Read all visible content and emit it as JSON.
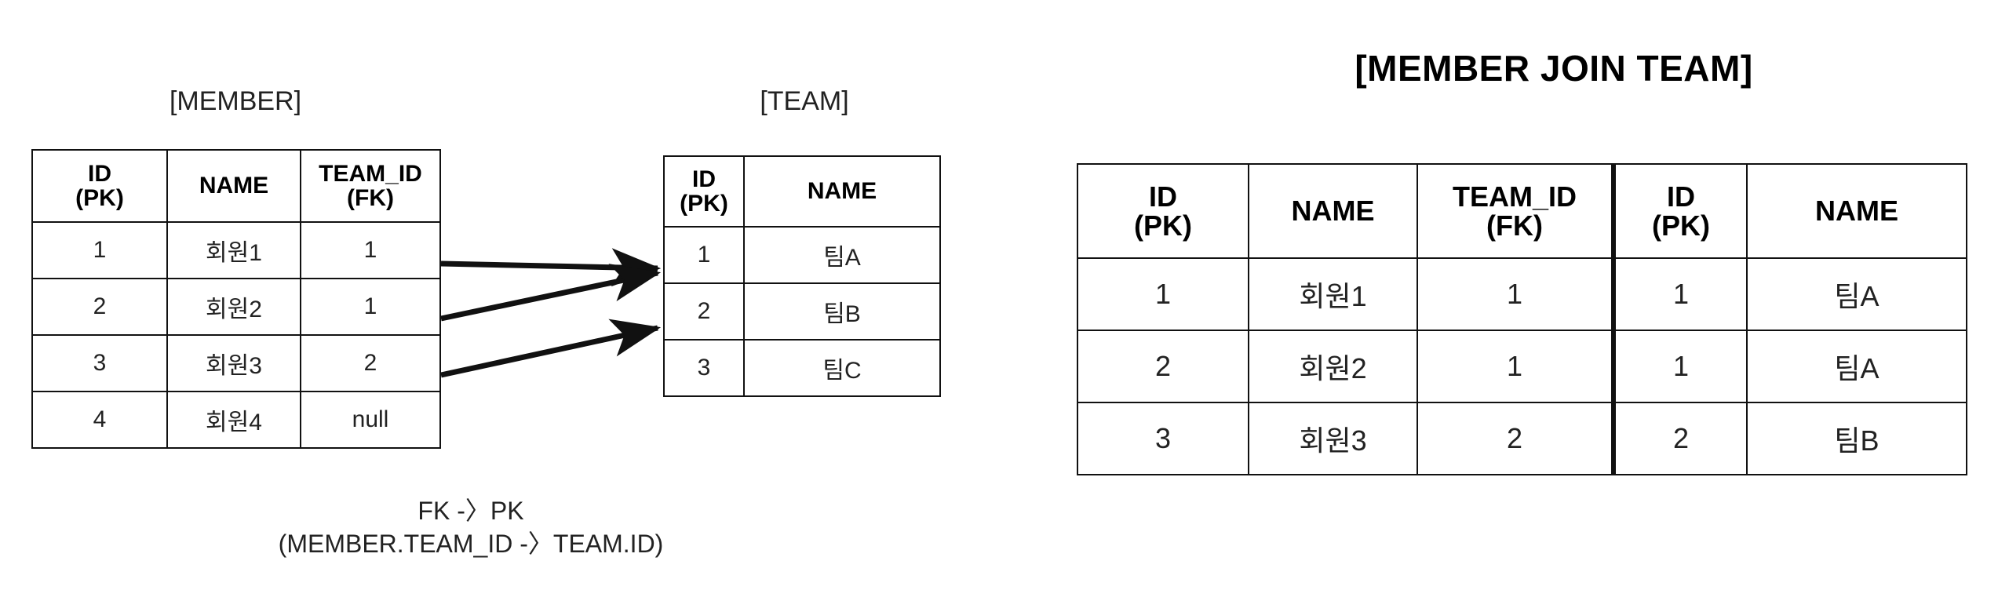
{
  "diagram": {
    "member": {
      "title": "[MEMBER]",
      "headers": [
        "ID\n(PK)",
        "NAME",
        "TEAM_ID\n(FK)"
      ],
      "header_id": "ID",
      "header_id_sub": "(PK)",
      "header_name": "NAME",
      "header_fk": "TEAM_ID",
      "header_fk_sub": "(FK)",
      "rows": [
        {
          "id": "1",
          "name": "회원1",
          "team_id": "1"
        },
        {
          "id": "2",
          "name": "회원2",
          "team_id": "1"
        },
        {
          "id": "3",
          "name": "회원3",
          "team_id": "2"
        },
        {
          "id": "4",
          "name": "회원4",
          "team_id": "null"
        }
      ]
    },
    "team": {
      "title": "[TEAM]",
      "header_id": "ID",
      "header_id_sub": "(PK)",
      "header_name": "NAME",
      "rows": [
        {
          "id": "1",
          "name": "팀A"
        },
        {
          "id": "2",
          "name": "팀B"
        },
        {
          "id": "3",
          "name": "팀C"
        }
      ]
    },
    "join": {
      "title": "[MEMBER JOIN TEAM]",
      "header_member_id": "ID",
      "header_member_id_sub": "(PK)",
      "header_member_name": "NAME",
      "header_team_id_fk": "TEAM_ID",
      "header_team_id_fk_sub": "(FK)",
      "header_team_id": "ID",
      "header_team_id_sub": "(PK)",
      "header_team_name": "NAME",
      "rows": [
        {
          "member_id": "1",
          "member_name": "회원1",
          "team_id_fk": "1",
          "team_id": "1",
          "team_name": "팀A"
        },
        {
          "member_id": "2",
          "member_name": "회원2",
          "team_id_fk": "1",
          "team_id": "1",
          "team_name": "팀A"
        },
        {
          "member_id": "3",
          "member_name": "회원3",
          "team_id_fk": "2",
          "team_id": "2",
          "team_name": "팀B"
        }
      ]
    },
    "caption": {
      "line1": "FK -〉PK",
      "line2": "(MEMBER.TEAM_ID -〉TEAM.ID)"
    },
    "relations": [
      {
        "from": "MEMBER.row1.TEAM_ID=1",
        "to": "TEAM.row1.ID=1"
      },
      {
        "from": "MEMBER.row2.TEAM_ID=1",
        "to": "TEAM.row1.ID=1"
      },
      {
        "from": "MEMBER.row3.TEAM_ID=2",
        "to": "TEAM.row2.ID=2"
      }
    ],
    "colors": {
      "background": "#ffffff",
      "line": "#111111",
      "text": "#222222"
    }
  }
}
